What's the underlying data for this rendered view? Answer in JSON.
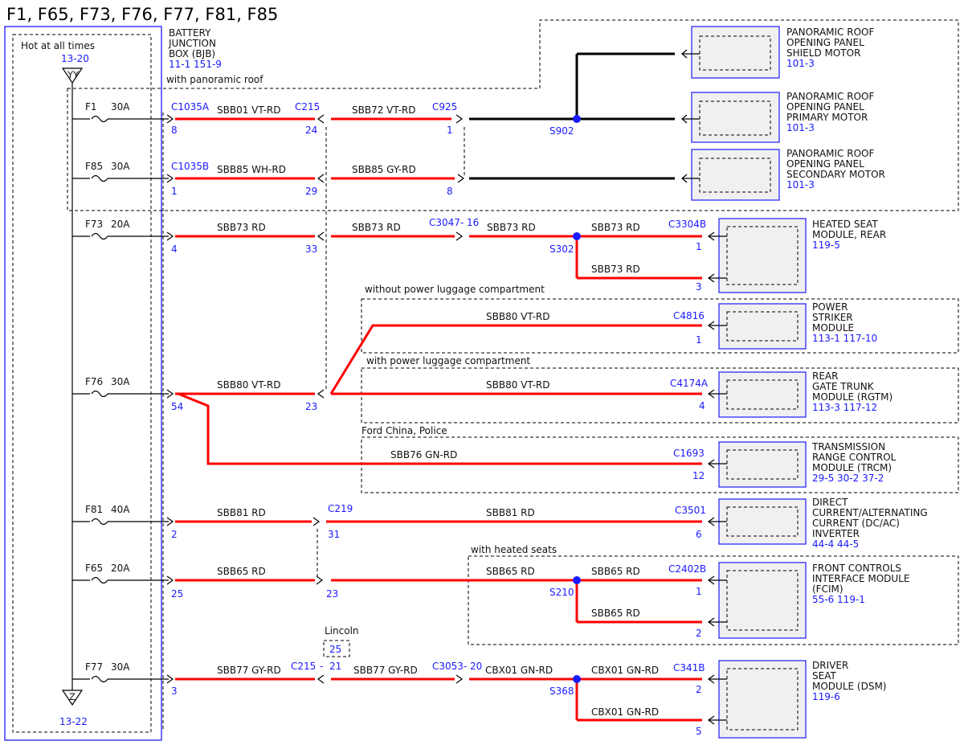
{
  "title": "F1, F65, F73, F76, F77, F81, F85",
  "bjb": {
    "hot_label": "Hot at all times",
    "top_ref": "13-20",
    "bottom_ref": "13-22",
    "top_symbol": "YY",
    "bottom_symbol": "Z",
    "name_lines": [
      "BATTERY",
      "JUNCTION",
      "BOX (BJB)"
    ],
    "refs": "11-1   151-9"
  },
  "conditions": {
    "panoramic": "with panoramic roof",
    "no_power_luggage": "without power luggage compartment",
    "power_luggage": "with power luggage compartment",
    "ford_china": "Ford China, Police",
    "heated_seats": "with heated seats",
    "lincoln": "Lincoln"
  },
  "fuses": {
    "f1": {
      "name": "F1",
      "rating": "30A"
    },
    "f85": {
      "name": "F85",
      "rating": "30A"
    },
    "f73": {
      "name": "F73",
      "rating": "20A"
    },
    "f76": {
      "name": "F76",
      "rating": "30A"
    },
    "f81": {
      "name": "F81",
      "rating": "40A"
    },
    "f65": {
      "name": "F65",
      "rating": "20A"
    },
    "f77": {
      "name": "F77",
      "rating": "30A"
    }
  },
  "connectors": {
    "c1035a": "C1035A",
    "c1035b": "C1035B",
    "c215a": "C215",
    "c925": "C925",
    "c3047": "C3047",
    "c3304b": "C3304B",
    "c4816": "C4816",
    "c4174a": "C4174A",
    "c1693": "C1693",
    "c219": "C219",
    "c3501": "C3501",
    "c2402b": "C2402B",
    "c215b": "C215",
    "c3053": "C3053",
    "c341b": "C341B"
  },
  "splices": {
    "s902": "S902",
    "s302": "S302",
    "s210": "S210",
    "s368": "S368"
  },
  "pins": {
    "p8a": "8",
    "p24": "24",
    "p1a": "1",
    "p1b": "1",
    "p29": "29",
    "p8b": "8",
    "p4a": "4",
    "p33": "33",
    "p16": "16",
    "p1c": "1",
    "p3a": "3",
    "p1d": "1",
    "p54": "54",
    "p23a": "23",
    "p4b": "4",
    "p12": "12",
    "p2a": "2",
    "p31": "31",
    "p6": "6",
    "p25a": "25",
    "p23b": "23",
    "p1e": "1",
    "p2b": "2",
    "p3b": "3",
    "p21": "21",
    "p20": "20",
    "p2c": "2",
    "p5": "5",
    "p25b": "25"
  },
  "wires": {
    "w1": "SBB01  VT-RD",
    "w2": "SBB72  VT-RD",
    "w3": "SBB85  WH-RD",
    "w4": "SBB85  GY-RD",
    "w5": "SBB73  RD",
    "w6": "SBB73  RD",
    "w7": "SBB73  RD",
    "w8": "SBB73  RD",
    "w9": "SBB73  RD",
    "w10": "SBB80  VT-RD",
    "w11": "SBB80  VT-RD",
    "w12": "SBB80  VT-RD",
    "w13": "SBB76  GN-RD",
    "w14": "SBB81  RD",
    "w15": "SBB81  RD",
    "w16": "SBB65  RD",
    "w17": "SBB65  RD",
    "w18": "SBB65  RD",
    "w19": "SBB65  RD",
    "w20": "SBB77  GY-RD",
    "w21": "SBB77  GY-RD",
    "w22": "CBX01  GN-RD",
    "w23": "CBX01  GN-RD",
    "w24": "CBX01  GN-RD"
  },
  "modules": {
    "shield": {
      "lines": [
        "PANORAMIC ROOF",
        "OPENING PANEL",
        "SHIELD MOTOR"
      ],
      "ref": "101-3"
    },
    "primary": {
      "lines": [
        "PANORAMIC ROOF",
        "OPENING PANEL",
        "PRIMARY MOTOR"
      ],
      "ref": "101-3"
    },
    "secondary": {
      "lines": [
        "PANORAMIC ROOF",
        "OPENING PANEL",
        "SECONDARY MOTOR"
      ],
      "ref": "101-3"
    },
    "heated": {
      "lines": [
        "HEATED SEAT",
        "MODULE, REAR"
      ],
      "ref": "119-5"
    },
    "striker": {
      "lines": [
        "POWER",
        "STRIKER",
        "MODULE"
      ],
      "ref": "113-1   117-10"
    },
    "rgtm": {
      "lines": [
        "REAR",
        "GATE TRUNK",
        "MODULE (RGTM)"
      ],
      "ref": "113-3   117-12"
    },
    "trcm": {
      "lines": [
        "TRANSMISSION",
        "RANGE CONTROL",
        "MODULE (TRCM)"
      ],
      "ref": "29-5   30-2   37-2"
    },
    "inverter": {
      "lines": [
        "DIRECT",
        "CURRENT/ALTERNATING",
        "CURRENT (DC/AC)",
        "INVERTER"
      ],
      "ref": "44-4   44-5"
    },
    "fcim": {
      "lines": [
        "FRONT CONTROLS",
        "INTERFACE MODULE",
        "(FCIM)"
      ],
      "ref": "55-6   119-1"
    },
    "dsm": {
      "lines": [
        "DRIVER",
        "SEAT",
        "MODULE (DSM)"
      ],
      "ref": "119-6"
    }
  }
}
